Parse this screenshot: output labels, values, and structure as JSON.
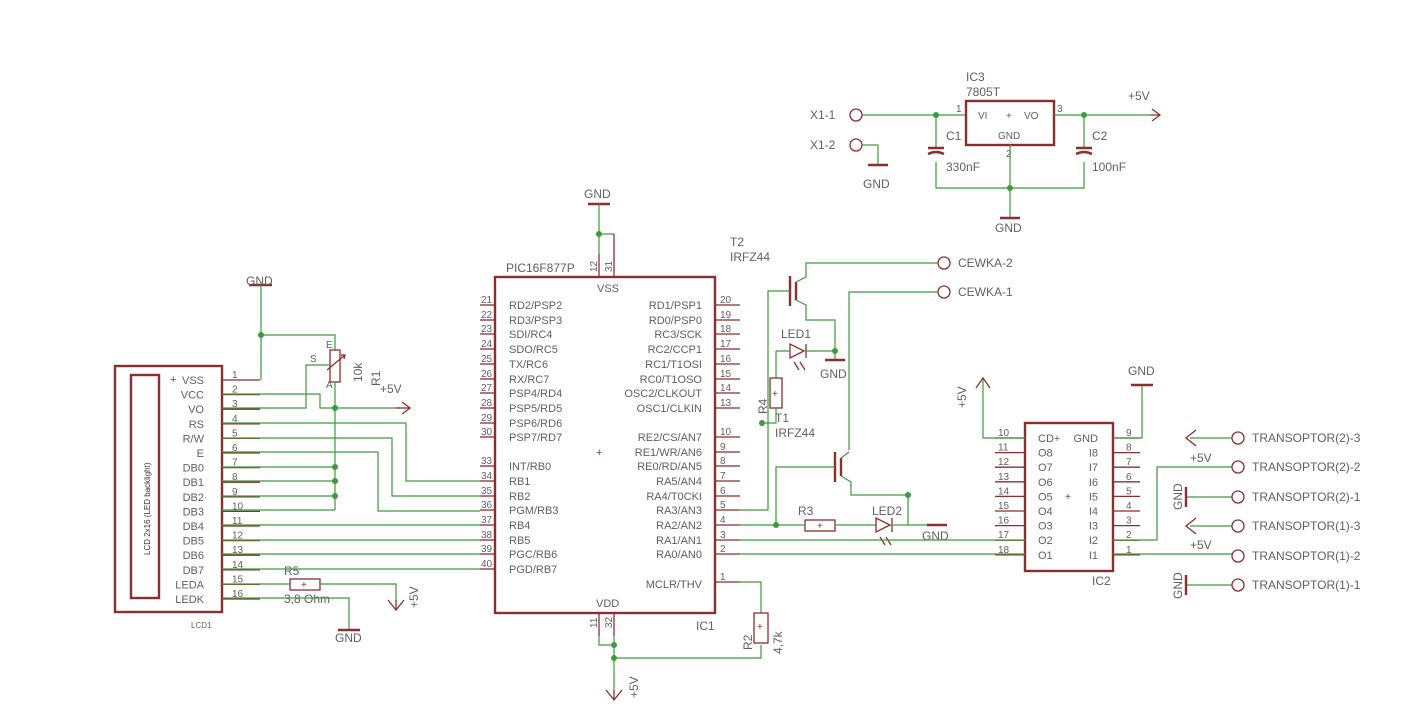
{
  "colors": {
    "wire": "#3d9a3d",
    "symbol": "#8b2e2e",
    "text": "#606060",
    "background": "#ffffff"
  },
  "regulator": {
    "name": "IC3",
    "value": "7805T",
    "vi": "VI",
    "vo": "VO",
    "gnd": "GND",
    "plus": "+",
    "pin1": "1",
    "pin2": "2",
    "pin3": "3",
    "out_label": "+5V",
    "gnd_label": "GND",
    "x1_1": "X1-1",
    "x1_2": "X1-2",
    "x_gnd": "GND",
    "c1_name": "C1",
    "c1_value": "330nF",
    "c2_name": "C2",
    "c2_value": "100nF"
  },
  "mcu": {
    "part": "PIC16F877P",
    "name": "IC1",
    "vss": "VSS",
    "vdd": "VDD",
    "plus": "+",
    "top_gnd": "GND",
    "pin12": "12",
    "pin31": "31",
    "pin11": "11",
    "pin32": "32",
    "bottom_label": "+5V",
    "left_pins": [
      {
        "num": "21",
        "label": "RD2/PSP2"
      },
      {
        "num": "22",
        "label": "RD3/PSP3"
      },
      {
        "num": "23",
        "label": "SDI/RC4"
      },
      {
        "num": "24",
        "label": "SDO/RC5"
      },
      {
        "num": "25",
        "label": "TX/RC6"
      },
      {
        "num": "26",
        "label": "RX/RC7"
      },
      {
        "num": "27",
        "label": "PSP4/RD4"
      },
      {
        "num": "28",
        "label": "PSP5/RD5"
      },
      {
        "num": "29",
        "label": "PSP6/RD6"
      },
      {
        "num": "30",
        "label": "PSP7/RD7"
      },
      {
        "num": "33",
        "label": "INT/RB0"
      },
      {
        "num": "34",
        "label": "RB1"
      },
      {
        "num": "35",
        "label": "RB2"
      },
      {
        "num": "36",
        "label": "PGM/RB3"
      },
      {
        "num": "37",
        "label": "RB4"
      },
      {
        "num": "38",
        "label": "RB5"
      },
      {
        "num": "39",
        "label": "PGC/RB6"
      },
      {
        "num": "40",
        "label": "PGD/RB7"
      }
    ],
    "right_pins": [
      {
        "num": "20",
        "label": "RD1/PSP1"
      },
      {
        "num": "19",
        "label": "RD0/PSP0"
      },
      {
        "num": "18",
        "label": "RC3/SCK"
      },
      {
        "num": "17",
        "label": "RC2/CCP1"
      },
      {
        "num": "16",
        "label": "RC1/T1OSI"
      },
      {
        "num": "15",
        "label": "RC0/T1OSO"
      },
      {
        "num": "14",
        "label": "OSC2/CLKOUT"
      },
      {
        "num": "13",
        "label": "OSC1/CLKIN"
      },
      {
        "num": "10",
        "label": "RE2/CS/AN7"
      },
      {
        "num": "9",
        "label": "RE1/WR/AN6"
      },
      {
        "num": "8",
        "label": "RE0/RD/AN5"
      },
      {
        "num": "7",
        "label": "RA5/AN4"
      },
      {
        "num": "6",
        "label": "RA4/T0CKI"
      },
      {
        "num": "5",
        "label": "RA3/AN3"
      },
      {
        "num": "4",
        "label": "RA2/AN2"
      },
      {
        "num": "3",
        "label": "RA1/AN1"
      },
      {
        "num": "2",
        "label": "RA0/AN0"
      }
    ],
    "mclr": {
      "num": "1",
      "label": "MCLR/THV"
    }
  },
  "lcd": {
    "name": "LCD1",
    "title": "LCD 2x16 (LED backlight)",
    "pins": [
      {
        "num": "1",
        "label": "VSS"
      },
      {
        "num": "2",
        "label": "VCC"
      },
      {
        "num": "3",
        "label": "VO"
      },
      {
        "num": "4",
        "label": "RS"
      },
      {
        "num": "5",
        "label": "R/W"
      },
      {
        "num": "6",
        "label": "E"
      },
      {
        "num": "7",
        "label": "DB0"
      },
      {
        "num": "8",
        "label": "DB1"
      },
      {
        "num": "9",
        "label": "DB2"
      },
      {
        "num": "10",
        "label": "DB3"
      },
      {
        "num": "11",
        "label": "DB4"
      },
      {
        "num": "12",
        "label": "DB5"
      },
      {
        "num": "13",
        "label": "DB6"
      },
      {
        "num": "14",
        "label": "DB7"
      },
      {
        "num": "15",
        "label": "LEDA"
      },
      {
        "num": "16",
        "label": "LEDK"
      }
    ],
    "plus": "+",
    "gnd_top": "GND",
    "gnd_bottom": "GND"
  },
  "pot": {
    "name": "R1",
    "value": "10k",
    "e": "E",
    "a": "A",
    "s": "S",
    "supply": "+5V"
  },
  "r5": {
    "name": "R5",
    "value": "3,8 Ohm",
    "supply": "+5V"
  },
  "r2": {
    "name": "R2",
    "value": "4,7k"
  },
  "r3": {
    "name": "R3"
  },
  "r4": {
    "name": "R4"
  },
  "t2": {
    "name": "T2",
    "value": "IRFZ44"
  },
  "t1": {
    "name": "T1",
    "value": "IRFZ44"
  },
  "led1": {
    "name": "LED1",
    "gnd": "GND"
  },
  "led2": {
    "name": "LED2",
    "gnd": "GND"
  },
  "coil": {
    "c2": "CEWKA-2",
    "c1": "CEWKA-1"
  },
  "ic2": {
    "name": "IC2",
    "plus": "+",
    "cd": "CD+",
    "gnd": "GND",
    "supply": "+5V",
    "gnd_label": "GND",
    "left_pins": [
      {
        "num": "10",
        "label": "CD+"
      },
      {
        "num": "11",
        "label": "O8"
      },
      {
        "num": "12",
        "label": "O7"
      },
      {
        "num": "13",
        "label": "O6"
      },
      {
        "num": "14",
        "label": "O5"
      },
      {
        "num": "15",
        "label": "O4"
      },
      {
        "num": "16",
        "label": "O3"
      },
      {
        "num": "17",
        "label": "O2"
      },
      {
        "num": "18",
        "label": "O1"
      }
    ],
    "right_pins": [
      {
        "num": "9",
        "label": "GND"
      },
      {
        "num": "8",
        "label": "I8"
      },
      {
        "num": "7",
        "label": "I7"
      },
      {
        "num": "6",
        "label": "I6"
      },
      {
        "num": "5",
        "label": "I5"
      },
      {
        "num": "4",
        "label": "I4"
      },
      {
        "num": "3",
        "label": "I3"
      },
      {
        "num": "2",
        "label": "I2"
      },
      {
        "num": "1",
        "label": "I1"
      }
    ]
  },
  "transoptor": {
    "t2_3": "TRANSOPTOR(2)-3",
    "t2_2": "TRANSOPTOR(2)-2",
    "t2_1": "TRANSOPTOR(2)-1",
    "t1_3": "TRANSOPTOR(1)-3",
    "t1_2": "TRANSOPTOR(1)-2",
    "t1_1": "TRANSOPTOR(1)-1",
    "plus5_a": "+5V",
    "plus5_b": "+5V",
    "gnd_a": "GND",
    "gnd_b": "GND"
  }
}
